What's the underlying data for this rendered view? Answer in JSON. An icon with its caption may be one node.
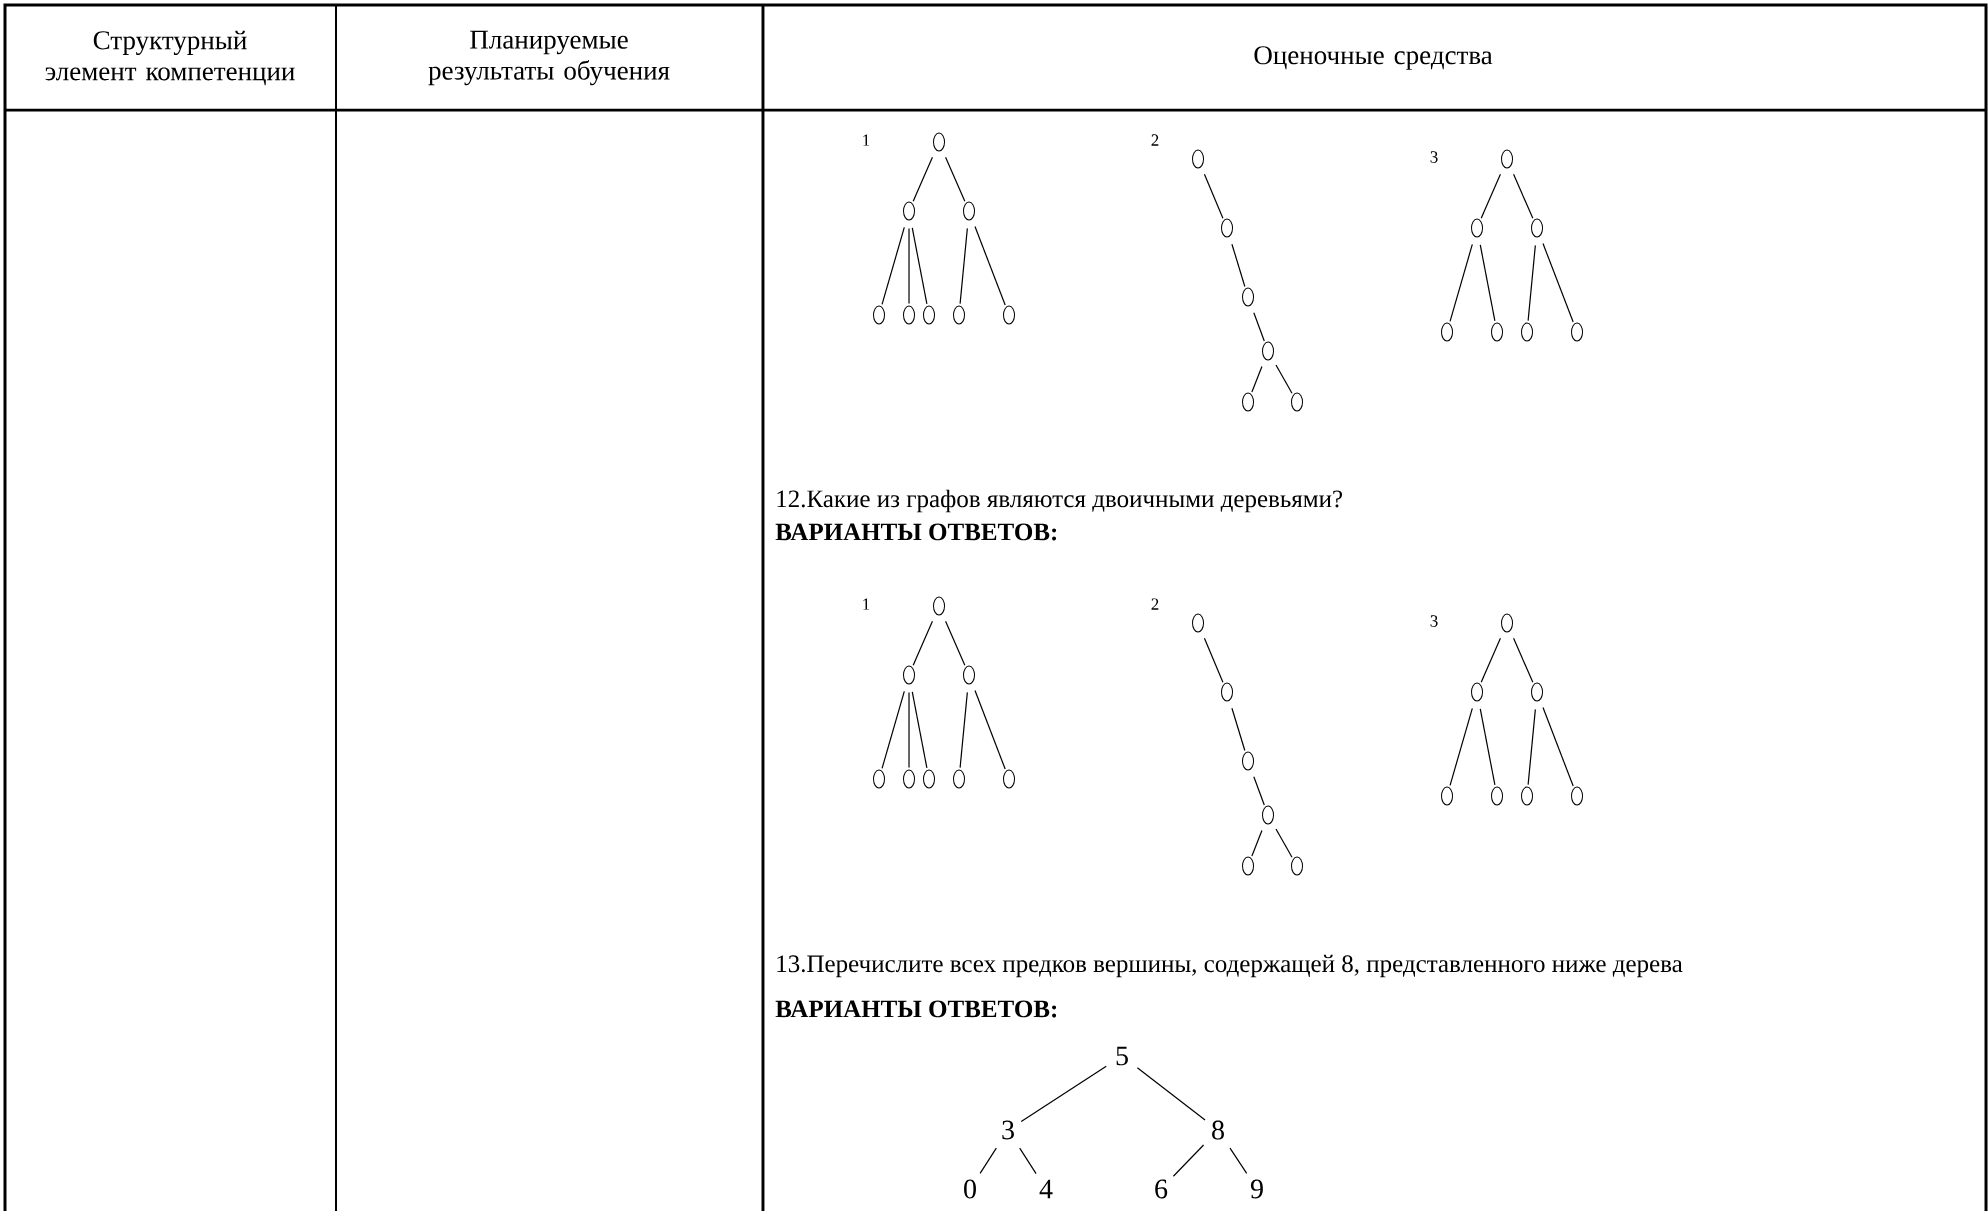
{
  "diagram": {
    "nodes": [
      {
        "text": [],
        "shape": "ellipse"
      },
      {
        "text": [],
        "shape": "ellipse"
      },
      {
        "text": [],
        "shape": "ellipse"
      },
      {
        "text": [],
        "shape": "ellipse"
      },
      {
        "text": [],
        "shape": "ellipse"
      },
      {
        "text": [],
        "shape": "ellipse"
      },
      {
        "text": [],
        "shape": "ellipse"
      },
      {
        "text": [],
        "shape": "ellipse"
      },
      {
        "text": [],
        "shape": "ellipse"
      },
      {
        "text": [],
        "shape": "ellipse"
      },
      {
        "text": [],
        "shape": "ellipse"
      },
      {
        "text": [],
        "shape": "ellipse"
      },
      {
        "text": [],
        "shape": "ellipse"
      },
      {
        "text": [],
        "shape": "ellipse"
      },
      {
        "text": [],
        "shape": "ellipse"
      },
      {
        "text": [],
        "shape": "ellipse"
      },
      {
        "text": [],
        "shape": "ellipse"
      },
      {
        "text": [],
        "shape": "ellipse"
      },
      {
        "text": [],
        "shape": "ellipse"
      },
      {
        "text": [],
        "shape": "ellipse"
      },
      {
        "text": [],
        "shape": "ellipse"
      },
      {
        "text": [],
        "shape": "ellipse"
      },
      {
        "text": [],
        "shape": "ellipse"
      },
      {
        "text": [],
        "shape": "ellipse"
      },
      {
        "text": [],
        "shape": "ellipse"
      },
      {
        "text": [],
        "shape": "ellipse"
      },
      {
        "text": [],
        "shape": "ellipse"
      },
      {
        "text": [],
        "shape": "ellipse"
      },
      {
        "text": [],
        "shape": "ellipse"
      },
      {
        "text": [],
        "shape": "ellipse"
      },
      {
        "text": [],
        "shape": "ellipse"
      },
      {
        "text": [],
        "shape": "ellipse"
      },
      {
        "text": [],
        "shape": "ellipse"
      },
      {
        "text": [],
        "shape": "ellipse"
      },
      {
        "text": [],
        "shape": "ellipse"
      },
      {
        "text": [],
        "shape": "ellipse"
      },
      {
        "text": [],
        "shape": "ellipse"
      },
      {
        "text": [],
        "shape": "ellipse"
      },
      {
        "text": [],
        "shape": "ellipse"
      },
      {
        "text": [],
        "shape": "ellipse"
      },
      {
        "text": [],
        "shape": "ellipse"
      },
      {
        "text": [],
        "shape": "ellipse"
      },
      {
        "text": [
          "5"
        ]
      },
      {
        "text": [
          "3"
        ]
      },
      {
        "text": [
          "8"
        ]
      },
      {
        "text": [
          "0"
        ]
      },
      {
        "text": [
          "4"
        ]
      },
      {
        "text": [
          "6"
        ]
      },
      {
        "text": [
          "9"
        ]
      }
    ],
    "edges": [
      {
        "from": 0,
        "to": 1,
        "arrow": "none"
      },
      {
        "from": 0,
        "to": 2,
        "arrow": "none"
      },
      {
        "from": 1,
        "to": 3,
        "arrow": "none"
      },
      {
        "from": 1,
        "to": 4,
        "arrow": "none"
      },
      {
        "from": 1,
        "to": 5,
        "arrow": "none"
      },
      {
        "from": 2,
        "to": 6,
        "arrow": "none"
      },
      {
        "from": 2,
        "to": 7,
        "arrow": "none"
      },
      {
        "from": 8,
        "to": 9,
        "arrow": "none"
      },
      {
        "from": 9,
        "to": 10,
        "arrow": "none"
      },
      {
        "from": 10,
        "to": 11,
        "arrow": "none"
      },
      {
        "from": 11,
        "to": 12,
        "arrow": "none"
      },
      {
        "from": 11,
        "to": 13,
        "arrow": "none"
      },
      {
        "from": 14,
        "to": 15,
        "arrow": "none"
      },
      {
        "from": 14,
        "to": 16,
        "arrow": "none"
      },
      {
        "from": 15,
        "to": 17,
        "arrow": "none"
      },
      {
        "from": 15,
        "to": 18,
        "arrow": "none"
      },
      {
        "from": 16,
        "to": 19,
        "arrow": "none"
      },
      {
        "from": 16,
        "to": 20,
        "arrow": "none"
      },
      {
        "from": 21,
        "to": 22,
        "arrow": "none"
      },
      {
        "from": 21,
        "to": 23,
        "arrow": "none"
      },
      {
        "from": 22,
        "to": 24,
        "arrow": "none"
      },
      {
        "from": 22,
        "to": 25,
        "arrow": "none"
      },
      {
        "from": 22,
        "to": 26,
        "arrow": "none"
      },
      {
        "from": 23,
        "to": 27,
        "arrow": "none"
      },
      {
        "from": 23,
        "to": 28,
        "arrow": "none"
      },
      {
        "from": 29,
        "to": 30,
        "arrow": "none"
      },
      {
        "from": 30,
        "to": 31,
        "arrow": "none"
      },
      {
        "from": 31,
        "to": 32,
        "arrow": "none"
      },
      {
        "from": 32,
        "to": 33,
        "arrow": "none"
      },
      {
        "from": 32,
        "to": 34,
        "arrow": "none"
      },
      {
        "from": 35,
        "to": 36,
        "arrow": "none"
      },
      {
        "from": 35,
        "to": 37,
        "arrow": "none"
      },
      {
        "from": 36,
        "to": 38,
        "arrow": "none"
      },
      {
        "from": 36,
        "to": 39,
        "arrow": "none"
      },
      {
        "from": 37,
        "to": 40,
        "arrow": "none"
      },
      {
        "from": 37,
        "to": 41,
        "arrow": "none"
      },
      {
        "from": 42,
        "to": 43,
        "arrow": "none"
      },
      {
        "from": 42,
        "to": 44,
        "arrow": "none"
      },
      {
        "from": 43,
        "to": 45,
        "arrow": "none"
      },
      {
        "from": 43,
        "to": 46,
        "arrow": "none"
      },
      {
        "from": 44,
        "to": 47,
        "arrow": "none"
      },
      {
        "from": 44,
        "to": 48,
        "arrow": "none"
      }
    ],
    "labels": [
      "Структурный элемент компетенции",
      "Планируемые результаты обучения",
      "Оценочные средства",
      "1",
      "2",
      "3",
      "12.Какие из графов являются двоичными деревьями?",
      "ВАРИАНТЫ ОТВЕТОВ:",
      "1",
      "2",
      "3",
      "13.Перечислите всех предков вершины, содержащей 8, представленного ниже дерева",
      "ВАРИАНТЫ ОТВЕТОВ:"
    ]
  }
}
